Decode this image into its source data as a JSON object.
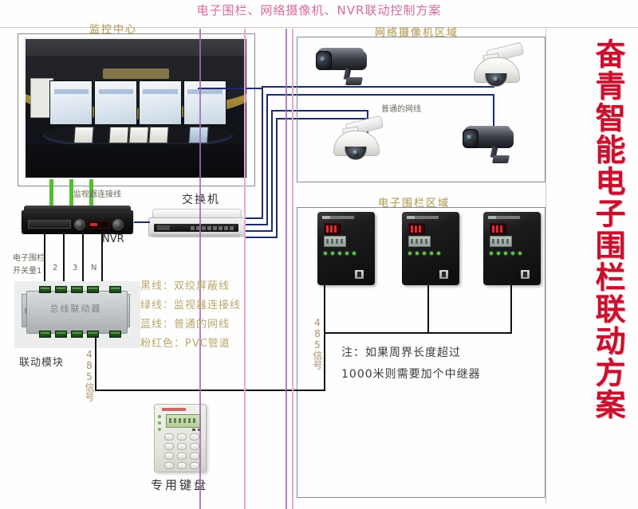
{
  "header": {
    "title": "电子围栏、网络摄像机、NVR联动控制方案"
  },
  "side_title": "奋青智能电子围栏联动方案",
  "zones": {
    "monitoring_center": "监控中心",
    "camera_area": "网络摄像机区域",
    "fence_area": "电子围栏区域"
  },
  "devices": {
    "nvr": "NVR",
    "switch": "交换机",
    "bus_linkage": "总线联动器",
    "linkage_module": "联动模块",
    "keypad": "专用键盘"
  },
  "cable_labels": {
    "monitor_cable": "监视器连接线",
    "normal_network_cable": "普通的网线",
    "rs485_left": "485信号",
    "rs485_right": "485信号",
    "fence_switch_title_1": "电子围栏",
    "fence_switch_title_2": "开关量1",
    "fence_port_2": "2",
    "fence_port_3": "3",
    "fence_port_n": "N"
  },
  "legend": [
    "黑线：双绞屏蔽线",
    "绿线：监视器连接线",
    "蓝线：普通的网线",
    "粉红色：PVC管道"
  ],
  "note": [
    "注：如果周界长度超过",
    "1000米则需要加个中继器"
  ],
  "colors": {
    "title_pink": "#d46a9e",
    "side_title_red": "#c8102e",
    "zone_title_gold": "#b8a05a",
    "wire_green": "#4fc02c",
    "wire_navy": "#1d2a6e",
    "wire_black": "#111111",
    "wire_pink": "#e6a8d6",
    "wire_purple": "#9b6fb5"
  }
}
